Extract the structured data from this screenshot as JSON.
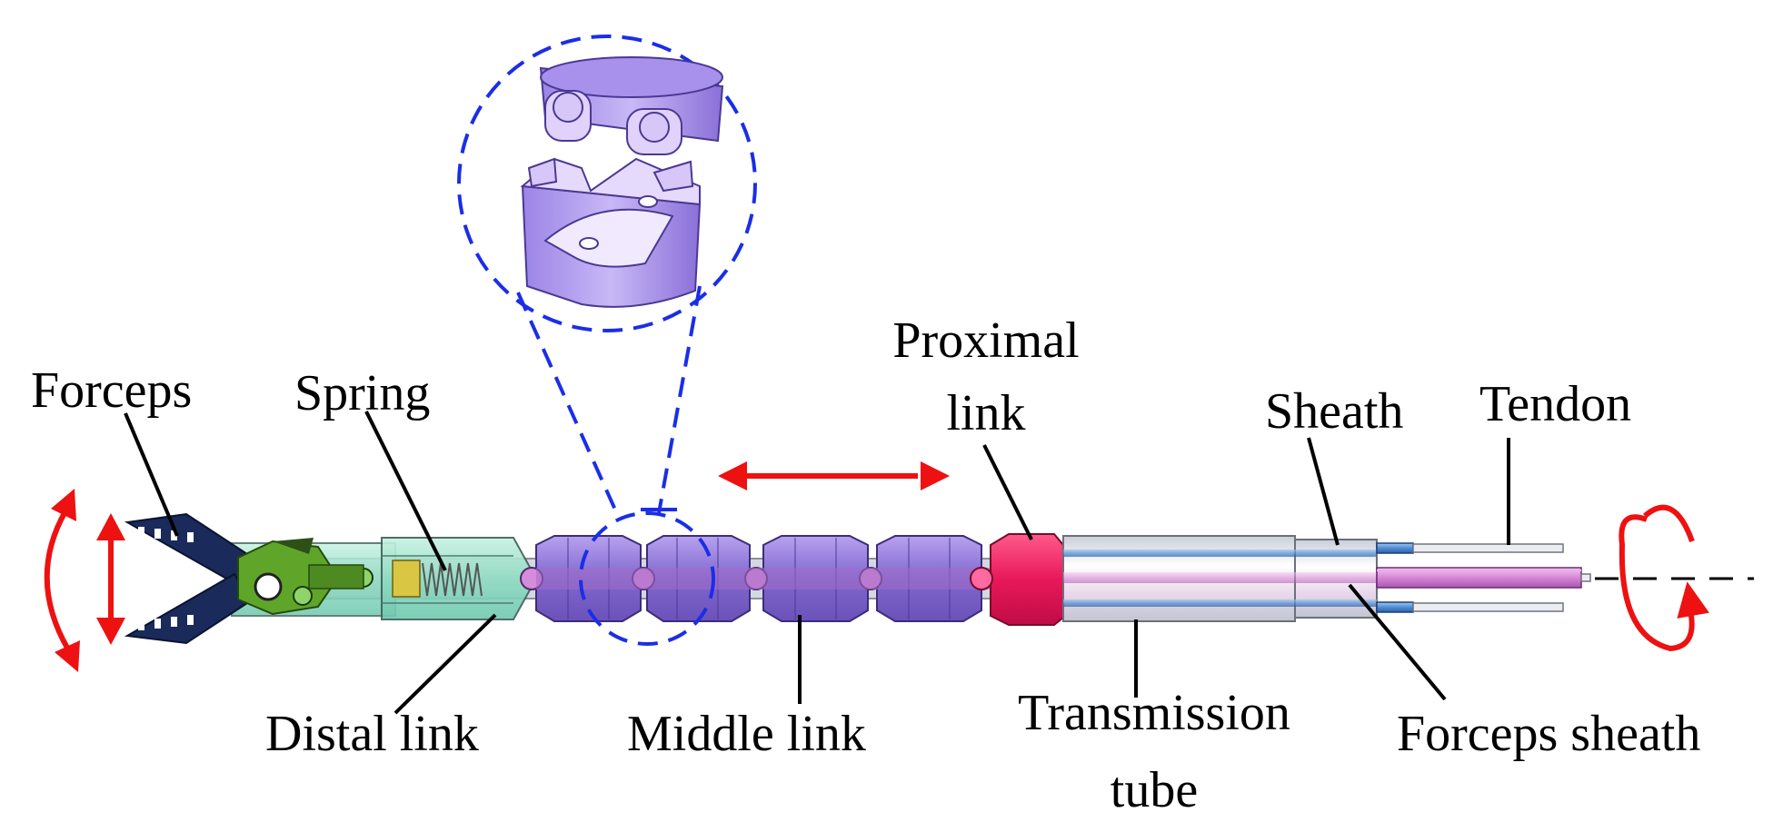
{
  "labels": {
    "forceps": "Forceps",
    "spring": "Spring",
    "proximal_link_line1": "Proximal",
    "proximal_link_line2": "link",
    "sheath": "Sheath",
    "tendon": "Tendon",
    "distal_link": "Distal link",
    "middle_link": "Middle link",
    "transmission_tube_line1": "Transmission",
    "transmission_tube_line2": "tube",
    "forceps_sheath": "Forceps sheath"
  },
  "colors": {
    "arrow": "#ee1111",
    "callout": "#1a2ee8",
    "link_purple": "#8a70d8",
    "distal_green": "#8ee0c4",
    "proximal_pink": "#e8185a",
    "forceps_blue": "#1a2a5a",
    "tube": "#e2e6ec",
    "line": "#000000"
  },
  "icons": [
    "forceps-jaw-icon",
    "link-detail-icon",
    "rotation-arrow-icon",
    "bidirectional-arrow-icon"
  ]
}
